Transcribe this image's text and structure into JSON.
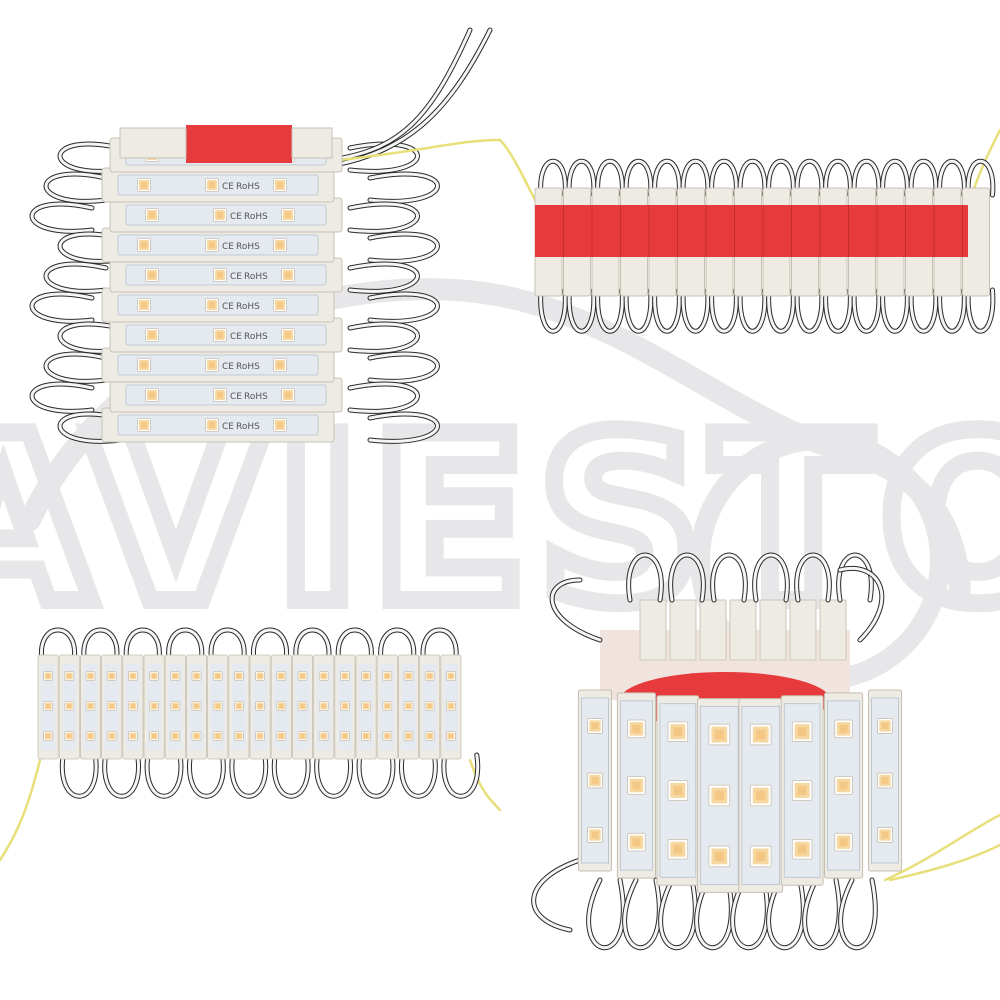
{
  "watermark": {
    "brand": "AVIESTO",
    "color": "#e7e7e9"
  },
  "module_markings": {
    "ce": "CE",
    "rohs": "RoHS"
  },
  "colors": {
    "housing": "#eeebe4",
    "pcb": "#e4eaf0",
    "led": "#f6d7a0",
    "led_core": "#f4c078",
    "tape": "#e63a3c",
    "wire": "#f5f5f5",
    "wire_outline": "#2a2a2a",
    "wire_yellow": "#e8df7a"
  },
  "panels": [
    {
      "id": "stacked-modules",
      "module_count": 10,
      "leds_per_module": 3
    },
    {
      "id": "taped-strip",
      "module_count": 16
    },
    {
      "id": "flat-strip",
      "module_count": 20,
      "leds_per_module": 3
    },
    {
      "id": "curved-ring",
      "module_count": 8,
      "leds_per_module": 3
    }
  ]
}
